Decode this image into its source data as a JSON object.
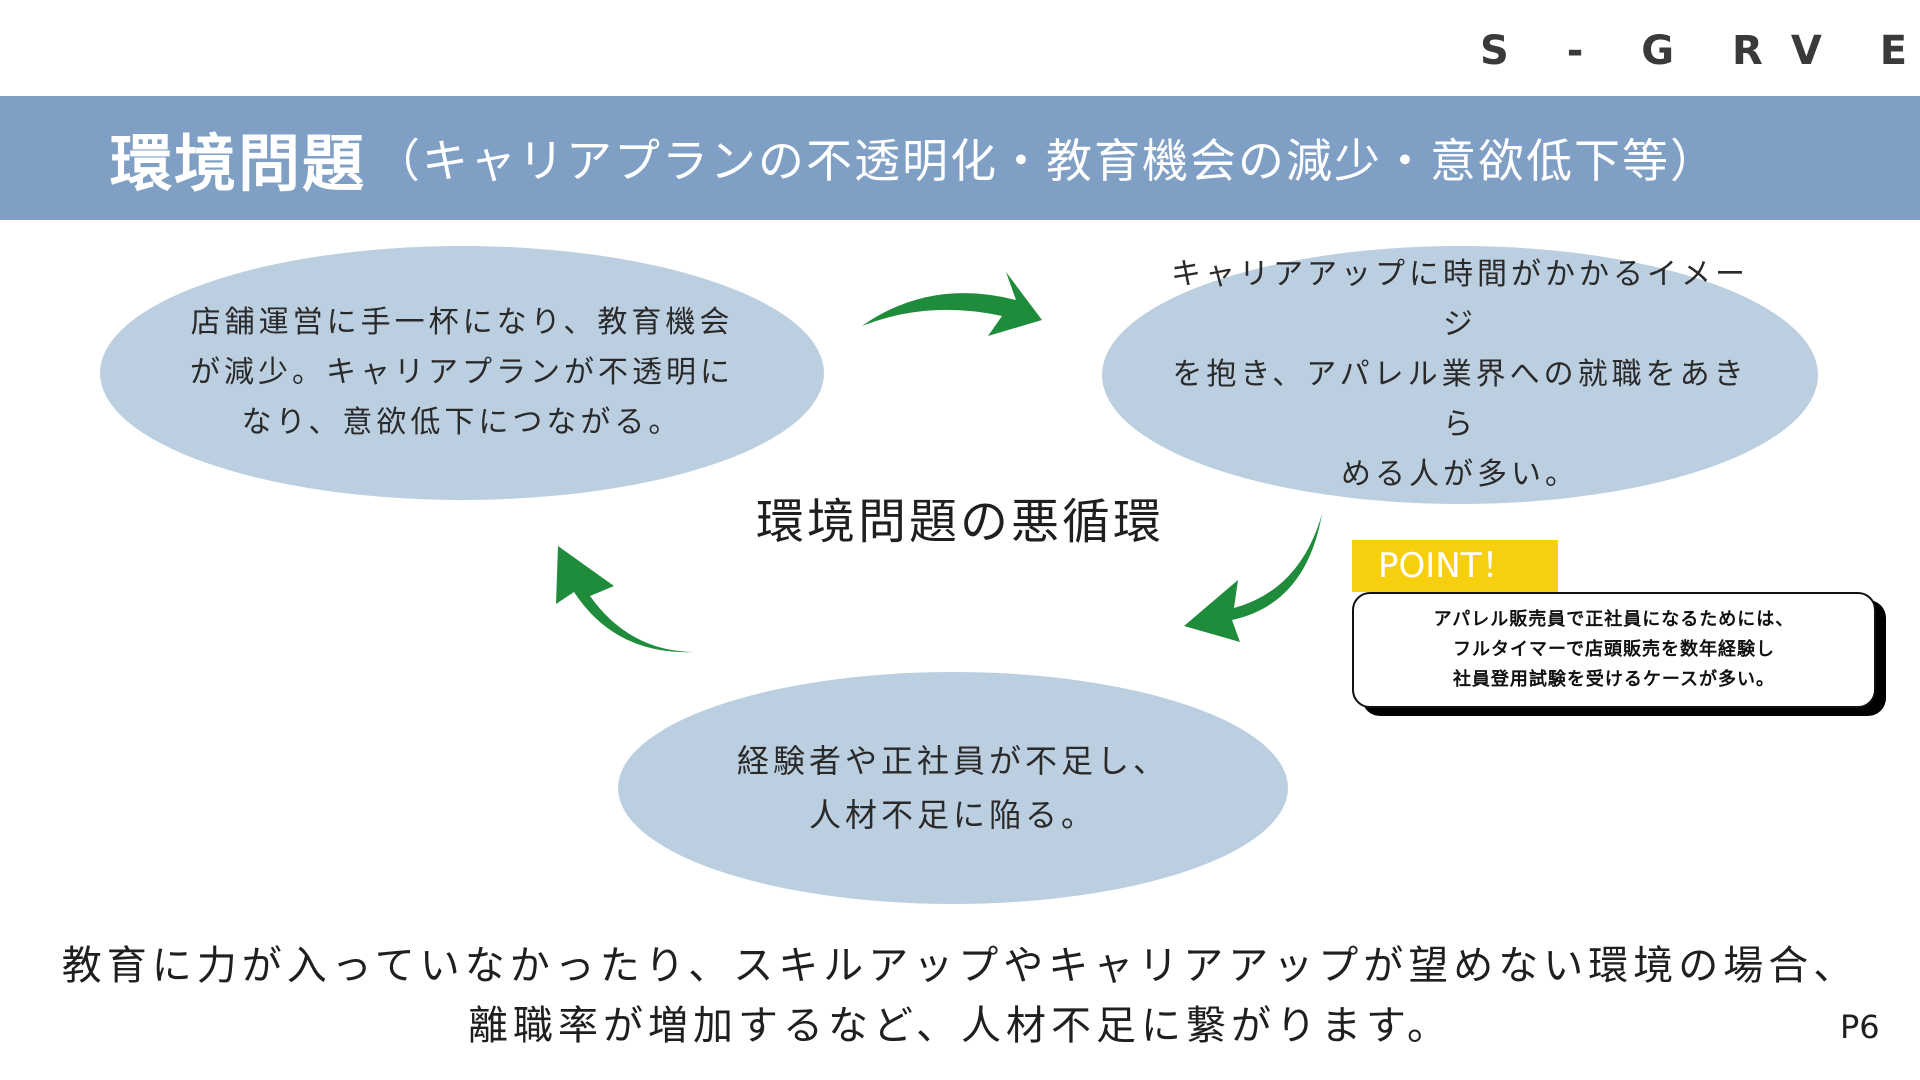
{
  "logo": {
    "left_text": "S - G R",
    "right_text": "V E",
    "mark": "interlocking-rings-logo"
  },
  "header": {
    "title": "環境問題",
    "subtitle": "（キャリアプランの不透明化・教育機会の減少・意欲低下等）"
  },
  "cycle": {
    "center_label": "環境問題の悪循環",
    "left": {
      "lines": [
        "店舗運営に手一杯になり、教育機会",
        "が減少。キャリアプランが不透明に",
        "なり、意欲低下につながる。"
      ]
    },
    "right": {
      "lines": [
        "キャリアアップに時間がかかるイメージ",
        "を抱き、アパレル業界への就職をあきら",
        "める人が多い。"
      ]
    },
    "bottom": {
      "lines": [
        "経験者や正社員が不足し、",
        "人材不足に陥る。"
      ]
    },
    "arrow_color": "#1e8c3a",
    "ellipse_color": "#bccfe1"
  },
  "point": {
    "tag": "POINT！",
    "lines": [
      "アパレル販売員で正社員になるためには、",
      "フルタイマーで店頭販売を数年経験し",
      "社員登用試験を受けるケースが多い。"
    ],
    "tag_color": "#f6cf0e"
  },
  "footer": {
    "line1": "教育に力が入っていなかったり、スキルアップやキャリアアップが望めない環境の場合、",
    "line2": "離職率が増加するなど、人材不足に繋がります。"
  },
  "page_number": "P6",
  "colors": {
    "header_band": "#7fa0c4"
  }
}
